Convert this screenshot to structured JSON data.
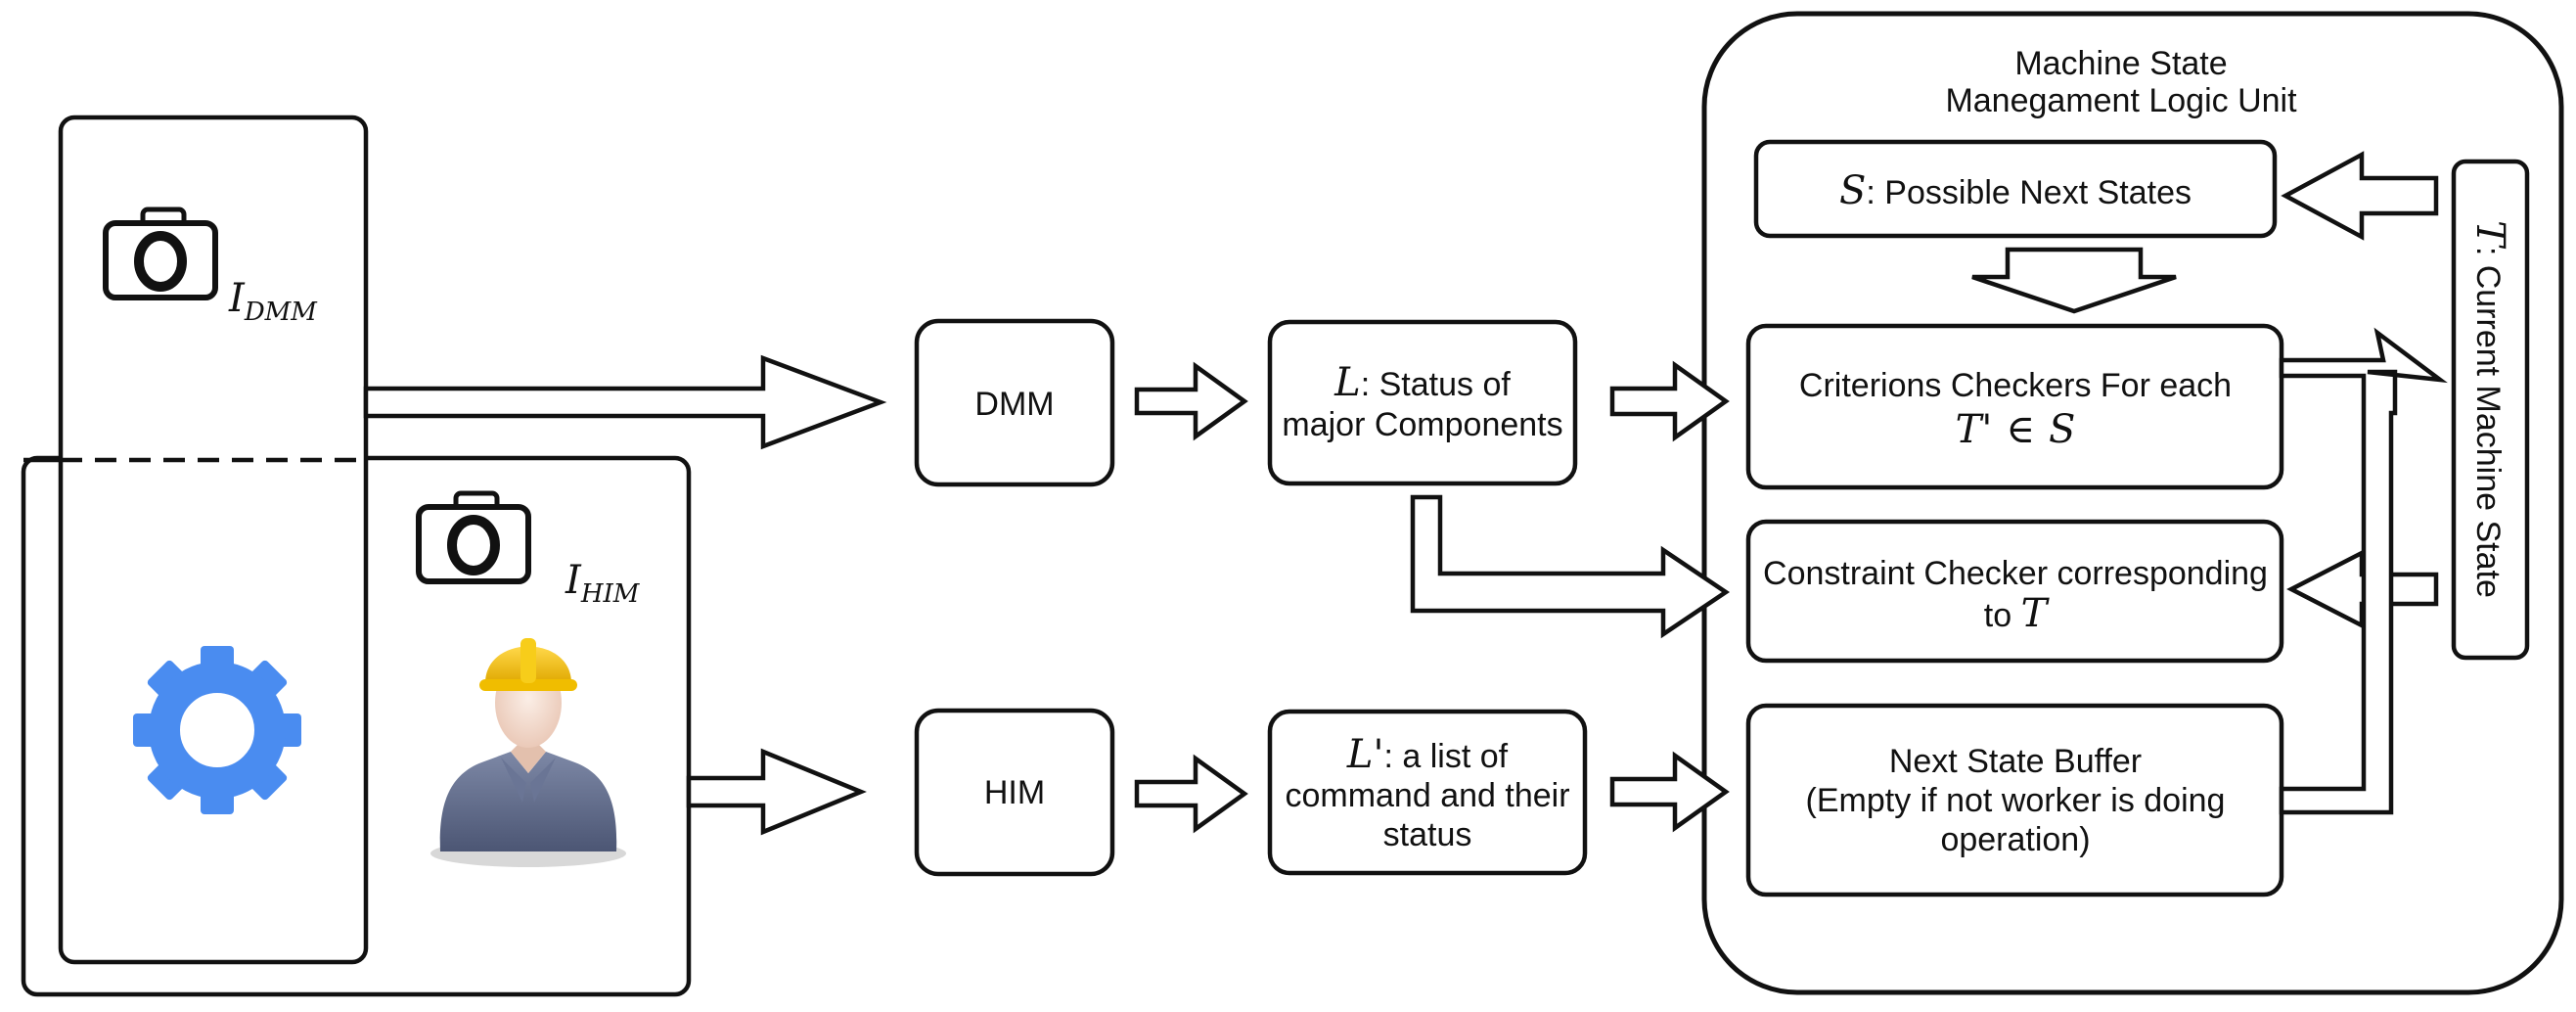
{
  "diagram": {
    "units": {
      "title_line1": "Machine State",
      "title_line2": "Manegament Logic Unit"
    },
    "camera_labels": {
      "dmm": {
        "symbol": "I",
        "subscript": "DMM"
      },
      "him": {
        "symbol": "I",
        "subscript": "HIM"
      }
    },
    "modules": {
      "dmm": "DMM",
      "him": "HIM"
    },
    "status_box": {
      "symbol": "L",
      "line1": ": Status of",
      "line2": "major Components"
    },
    "command_box": {
      "symbol": "L'",
      "line1": ": a list of",
      "line2": "command and their",
      "line3": "status"
    },
    "possible_states": {
      "symbol": "S",
      "text": ": Possible Next States"
    },
    "criterion_checker": {
      "line1": "Criterions Checkers For each",
      "math_lhs": "T'",
      "math_op": "∈",
      "math_rhs": "S"
    },
    "constraint_checker": {
      "line1": "Constraint Checker corresponding",
      "line2_prefix": "to ",
      "symbol": "T"
    },
    "next_state_buffer": {
      "line1": "Next State Buffer",
      "line2": "(Empty if not worker is doing",
      "line3": "operation)"
    },
    "current_state": {
      "symbol": "T",
      "text": ": Current Machine State"
    },
    "colors": {
      "gear": "#4a8cf0",
      "helmet": "#f5c400",
      "shirt": "#5f6b8a",
      "face": "#f4ddd0",
      "stroke": "#111111"
    },
    "icons": [
      "camera-icon",
      "camera-icon",
      "gear-icon",
      "worker-icon"
    ]
  }
}
